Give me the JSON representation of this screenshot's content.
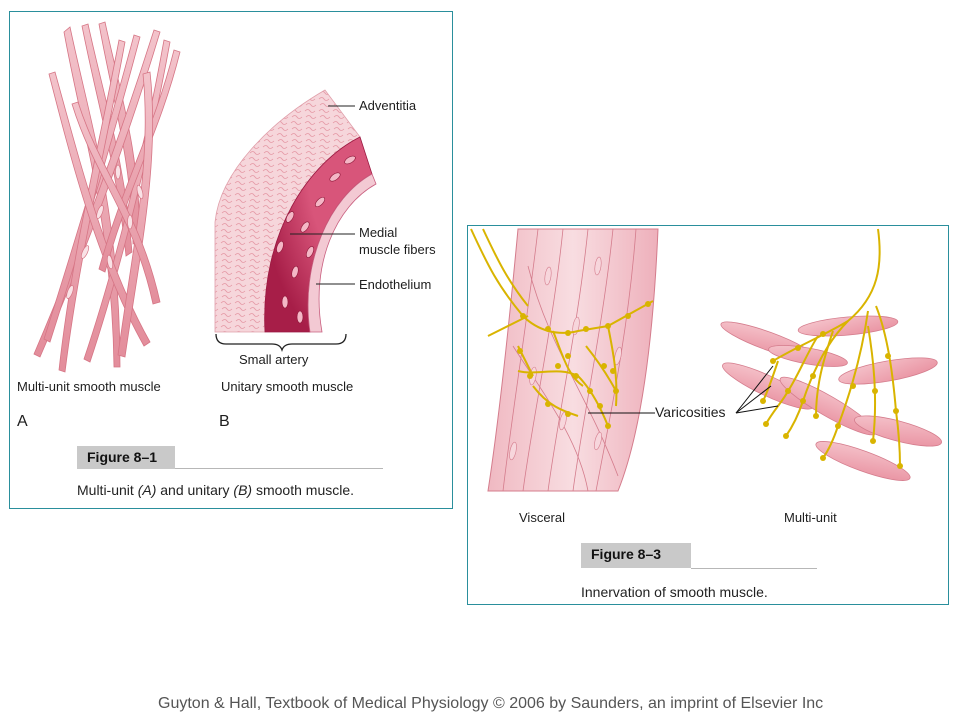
{
  "figure1": {
    "labels": {
      "adventitia": "Adventitia",
      "medial_line1": "Medial",
      "medial_line2": "muscle fibers",
      "endothelium": "Endothelium",
      "small_artery": "Small artery",
      "multi_unit": "Multi-unit smooth muscle",
      "unitary": "Unitary smooth muscle",
      "letter_a": "A",
      "letter_b": "B"
    },
    "figure_number": "Figure 8–1",
    "caption": {
      "part1": "Multi-unit ",
      "part2": "(A)",
      "part3": " and unitary ",
      "part4": "(B)",
      "part5": " smooth muscle."
    }
  },
  "figure3": {
    "labels": {
      "varicosities": "Varicosities",
      "visceral": "Visceral",
      "multi_unit": "Multi-unit"
    },
    "figure_number": "Figure 8–3",
    "caption": "Innervation of smooth muscle."
  },
  "credit": "Guyton & Hall, Textbook of Medical Physiology © 2006  by Saunders, an imprint of Elsevier Inc",
  "colors": {
    "panel_border": "#2a8f9c",
    "muscle_pink": "#e7909c",
    "muscle_light": "#f7d0d6",
    "artery_dark": "#c0305a",
    "nerve_yellow": "#d9b400",
    "fig_box": "#c9c9c9"
  }
}
